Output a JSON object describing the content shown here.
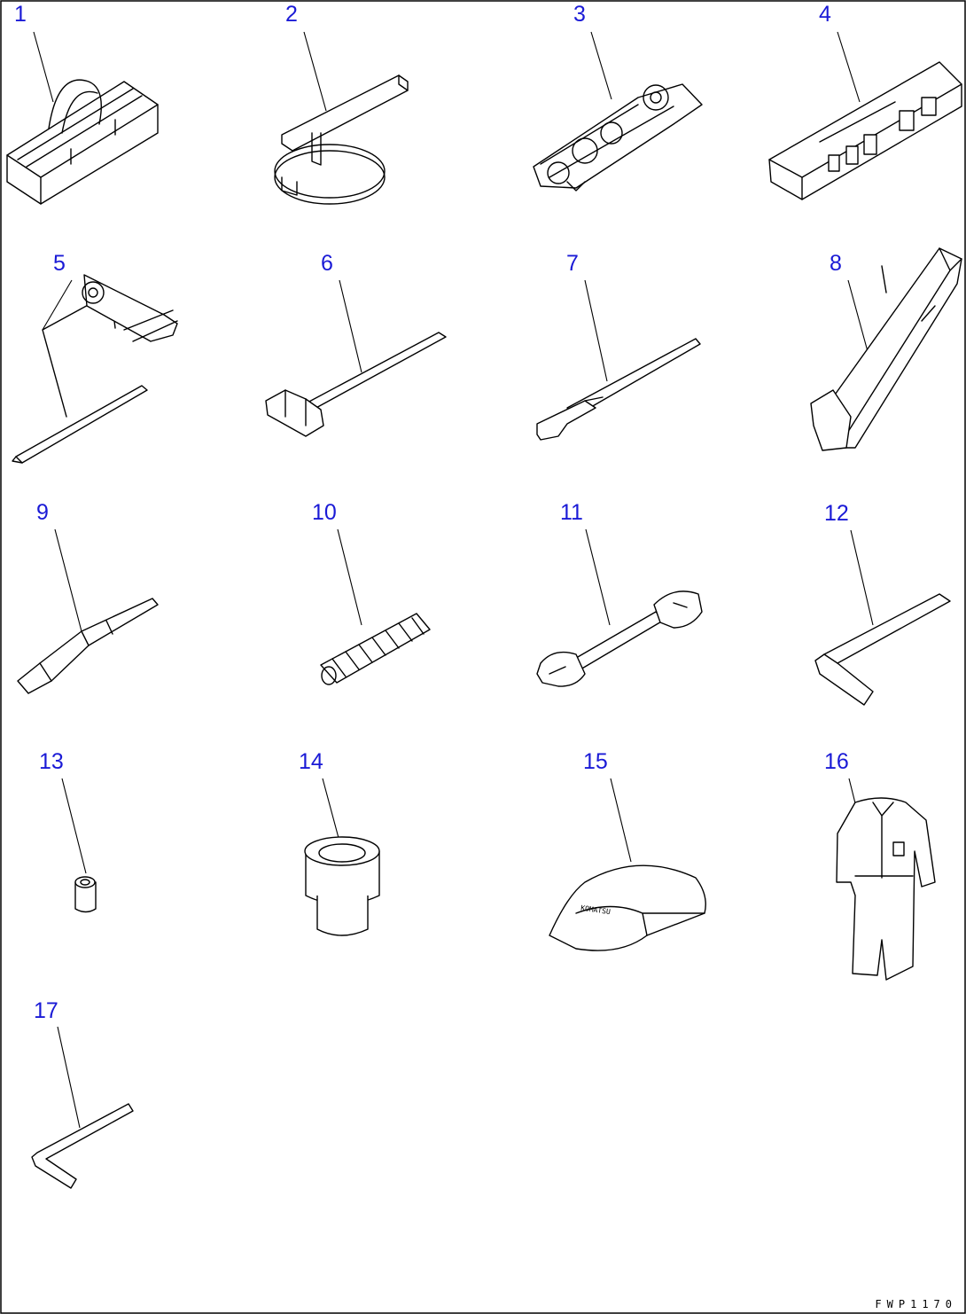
{
  "items": [
    {
      "number": "1",
      "icon": "tool-bag-icon"
    },
    {
      "number": "2",
      "icon": "filter-wrench-icon"
    },
    {
      "number": "3",
      "icon": "wrench-set-icon"
    },
    {
      "number": "4",
      "icon": "socket-set-case-icon"
    },
    {
      "number": "5",
      "icon": "screwdriver-set-icon"
    },
    {
      "number": "6",
      "icon": "hammer-icon"
    },
    {
      "number": "7",
      "icon": "bar-icon"
    },
    {
      "number": "8",
      "icon": "grease-gun-icon"
    },
    {
      "number": "9",
      "icon": "nozzle-icon"
    },
    {
      "number": "10",
      "icon": "hose-icon"
    },
    {
      "number": "11",
      "icon": "open-end-wrench-icon"
    },
    {
      "number": "12",
      "icon": "hex-key-large-icon"
    },
    {
      "number": "13",
      "icon": "small-socket-icon"
    },
    {
      "number": "14",
      "icon": "large-socket-icon"
    },
    {
      "number": "15",
      "icon": "cap-icon"
    },
    {
      "number": "16",
      "icon": "coverall-icon"
    },
    {
      "number": "17",
      "icon": "hex-key-small-icon"
    }
  ],
  "cap_text": "KOMATSU",
  "drawing_id": "FWP1170",
  "colors": {
    "callout": "#1a1ad6",
    "line": "#000000",
    "border": "#000000"
  }
}
